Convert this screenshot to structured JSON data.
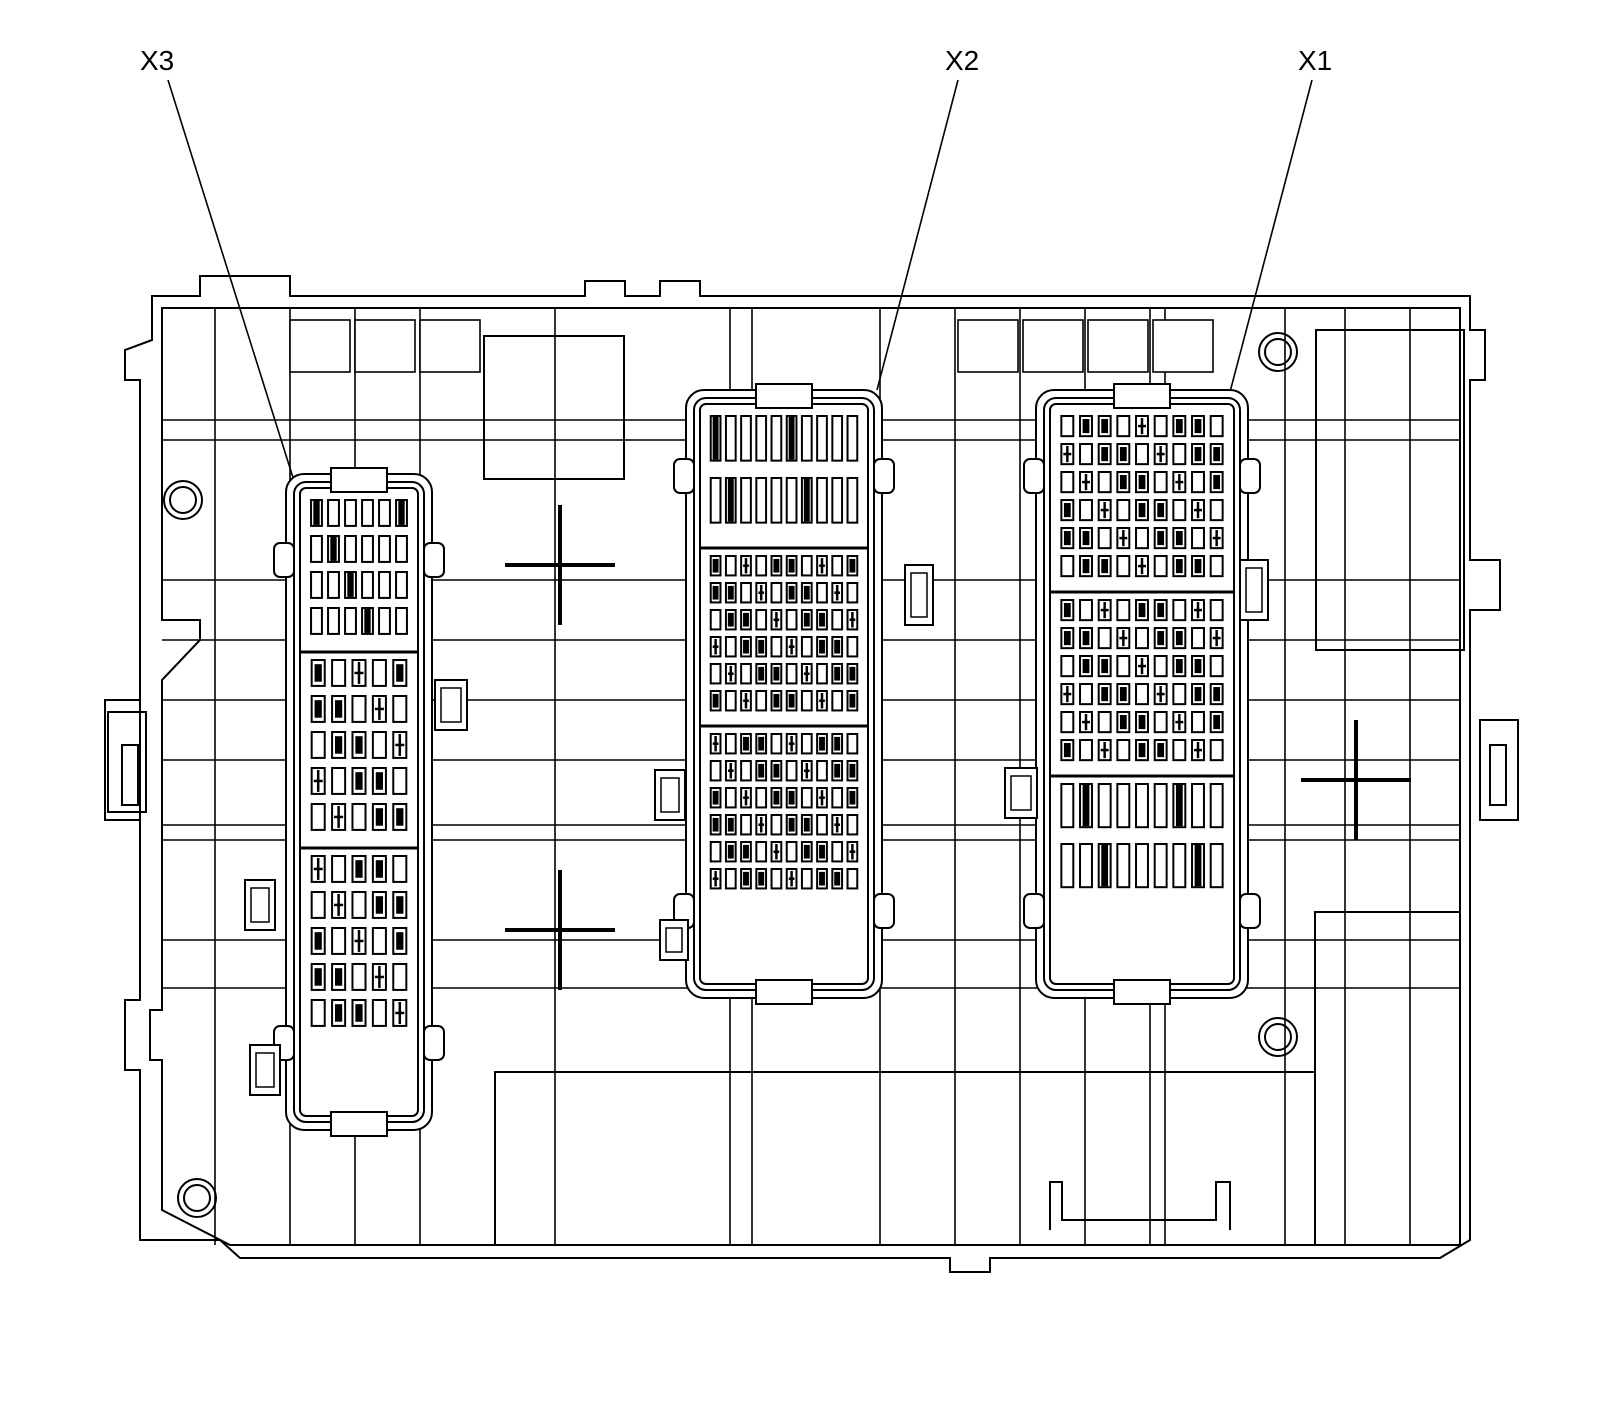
{
  "diagram": {
    "callouts": [
      {
        "id": "x3",
        "label": "X3"
      },
      {
        "id": "x2",
        "label": "X2"
      },
      {
        "id": "x1",
        "label": "X1"
      }
    ],
    "colors": {
      "stroke": "#000000",
      "background": "#ffffff"
    }
  }
}
